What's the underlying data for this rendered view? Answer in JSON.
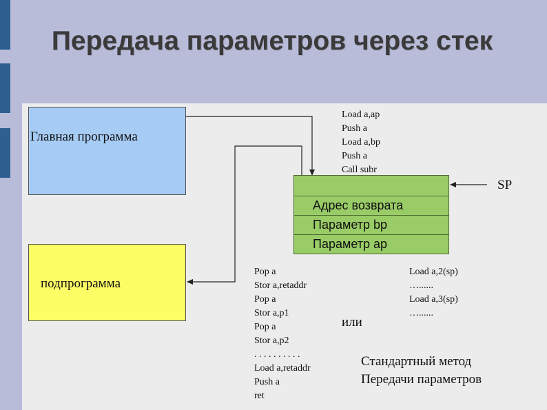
{
  "title": "Передача параметров через стек",
  "main_program": "Главная программа",
  "subprogram": "подпрограмма",
  "stack_rows": [
    "",
    "Адрес возврата",
    "Параметр bp",
    "Параметр ap"
  ],
  "sp_label": "SP",
  "code_top": [
    "Load a,ap",
    "Push a",
    "Load a,bp",
    "Push a",
    "Call subr"
  ],
  "code_left": [
    "Pop a",
    "Stor a,retaddr",
    "Pop a",
    "Stor a,p1",
    "Pop a",
    "Stor a,p2",
    ". . . . . . . . . .",
    "Load a,retaddr",
    "Push a",
    "ret"
  ],
  "code_right": [
    "Load a,2(sp)",
    "…......",
    "Load a,3(sp)",
    "…......"
  ],
  "or_label": "или",
  "standard_method": [
    "Стандартный метод",
    "Передачи параметров"
  ],
  "colors": {
    "background": "#b9bcd9",
    "accent": "#2e5f91",
    "main_box": "#a6ccf5",
    "sub_box": "#fdfd66",
    "stack": "#99cc66"
  }
}
